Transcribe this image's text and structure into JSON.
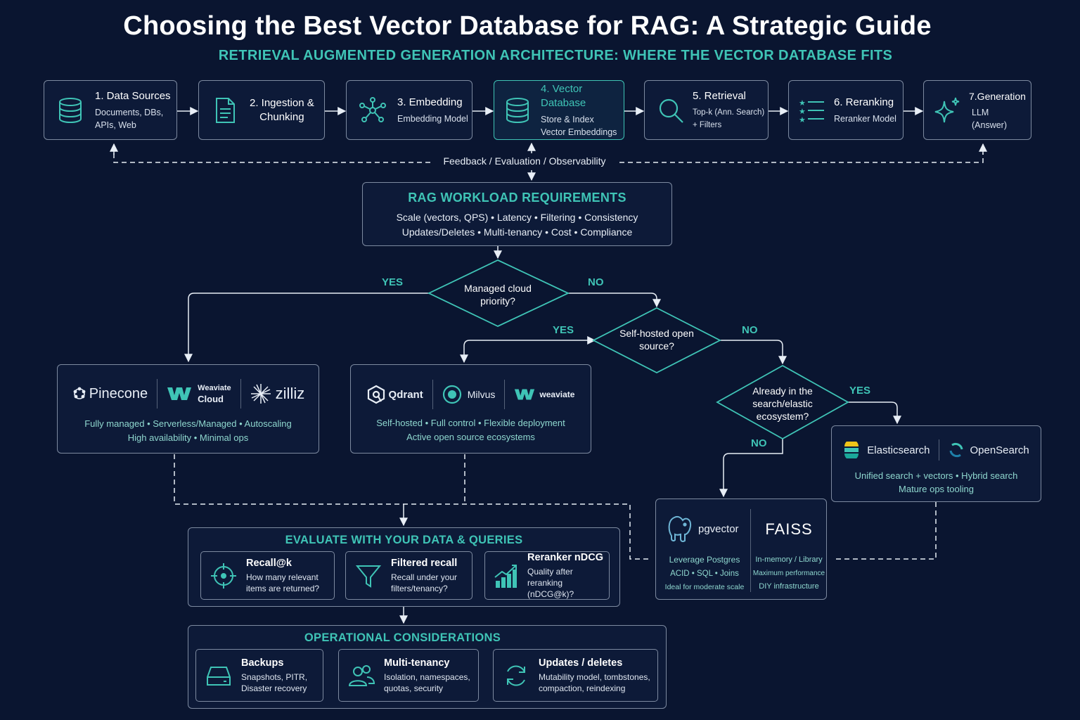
{
  "header": {
    "title": "Choosing the Best Vector Database for RAG: A Strategic Guide",
    "subtitle": "RETRIEVAL AUGMENTED GENERATION ARCHITECTURE: WHERE THE VECTOR DATABASE FITS"
  },
  "pipeline": [
    {
      "title": "1. Data Sources",
      "desc": "Documents, DBs,",
      "desc2": "APIs, Web",
      "icon": "database-icon"
    },
    {
      "title": "2. Ingestion &",
      "title2": "Chunking",
      "icon": "document-icon"
    },
    {
      "title": "3. Embedding",
      "desc": "Embedding Model",
      "icon": "network-icon"
    },
    {
      "title": "4. Vector Database",
      "desc": "Store & Index",
      "desc2": "Vector Embeddings",
      "icon": "database-icon"
    },
    {
      "title": "5. Retrieval",
      "desc": "Top-k (Ann. Search)",
      "desc2": "+ Filters",
      "icon": "search-icon"
    },
    {
      "title": "6. Reranking",
      "desc": "Reranker Model",
      "icon": "ranked-list-icon"
    },
    {
      "title": "7.Generation",
      "desc": "LLM",
      "desc2": "(Answer)",
      "icon": "sparkle-icon"
    }
  ],
  "feedback": "Feedback / Evaluation / Observability",
  "requirements": {
    "title": "RAG WORKLOAD REQUIREMENTS",
    "line1": "Scale (vectors, QPS)  •  Latency  •  Filtering  •  Consistency",
    "line2": "Updates/Deletes  •  Multi-tenancy  •  Cost  •  Compliance"
  },
  "decisions": {
    "managed": "Managed cloud priority?",
    "selfhosted": "Self-hosted open source?",
    "ecosystem": "Already in the search/elastic ecosystem?",
    "yes": "YES",
    "no": "NO"
  },
  "managed_group": {
    "vendors": [
      "Pinecone",
      "Weaviate",
      "Cloud",
      "zilliz"
    ],
    "line1": "Fully managed  •  Serverless/Managed  •  Autoscaling",
    "line2": "High availability  •  Minimal ops"
  },
  "oss_group": {
    "vendors": [
      "Qdrant",
      "Milvus",
      "weaviate"
    ],
    "line1": "Self-hosted  •  Full control  •  Flexible deployment",
    "line2": "Active open source ecosystems"
  },
  "search_group": {
    "vendors": [
      "Elasticsearch",
      "OpenSearch"
    ],
    "line1": "Unified search + vectors  •  Hybrid search",
    "line2": "Mature ops tooling"
  },
  "library_group": {
    "pgvector": "pgvector",
    "faiss": "FAISS",
    "left": [
      "Leverage Postgres",
      "ACID  •  SQL  •  Joins",
      "Ideal for moderate scale"
    ],
    "right": [
      "In-memory / Library",
      "Maximum performance",
      "DIY infrastructure"
    ]
  },
  "evaluate": {
    "title": "EVALUATE WITH YOUR DATA & QUERIES",
    "cards": [
      {
        "title": "Recall@k",
        "desc": "How many relevant",
        "desc2": "items are returned?",
        "icon": "target-icon"
      },
      {
        "title": "Filtered recall",
        "desc": "Recall under your",
        "desc2": "filters/tenancy?",
        "icon": "filter-icon"
      },
      {
        "title": "Reranker nDCG",
        "desc": "Quality after reranking",
        "desc2": "(nDCG@k)?",
        "icon": "chart-icon"
      }
    ]
  },
  "operational": {
    "title": "OPERATIONAL CONSIDERATIONS",
    "cards": [
      {
        "title": "Backups",
        "desc": "Snapshots, PITR,",
        "desc2": "Disaster recovery",
        "icon": "drive-icon"
      },
      {
        "title": "Multi-tenancy",
        "desc": "Isolation, namespaces,",
        "desc2": "quotas, security",
        "icon": "users-icon"
      },
      {
        "title": "Updates / deletes",
        "desc": "Mutability model, tombstones,",
        "desc2": "compaction, reindexing",
        "icon": "refresh-icon"
      }
    ]
  },
  "colors": {
    "background": "#0a1530",
    "accent": "#3fc4b6",
    "border": "#7d8aa0"
  }
}
